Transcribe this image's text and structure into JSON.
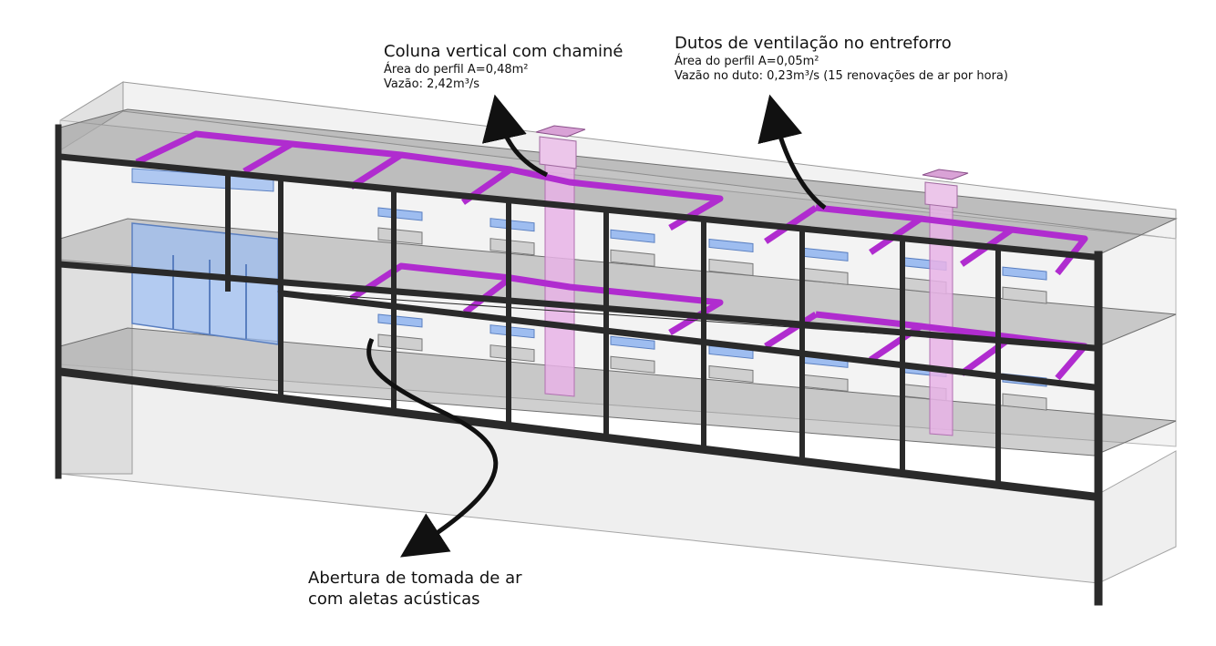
{
  "annotations": {
    "chimney": {
      "title": "Coluna vertical com chaminé",
      "line1": "Área do perfil A=0,48m²",
      "line2": "Vazão: 2,42m³/s"
    },
    "ducts": {
      "title": "Dutos de ventilação no entreforro",
      "line1": "Área do perfil A=0,05m²",
      "line2": "Vazão no duto: 0,23m³/s (15 renovações de ar por hora)"
    },
    "inlet": {
      "line1": "Abertura de tomada de ar",
      "line2": "com aletas acústicas"
    }
  },
  "colors": {
    "duct": "#b02ccf",
    "chimney": "#e8b3e6",
    "window": "#9ebdf0",
    "frame": "#2a2a2a",
    "slab": "#8d8d8d",
    "wall": "#d9d9d9"
  }
}
